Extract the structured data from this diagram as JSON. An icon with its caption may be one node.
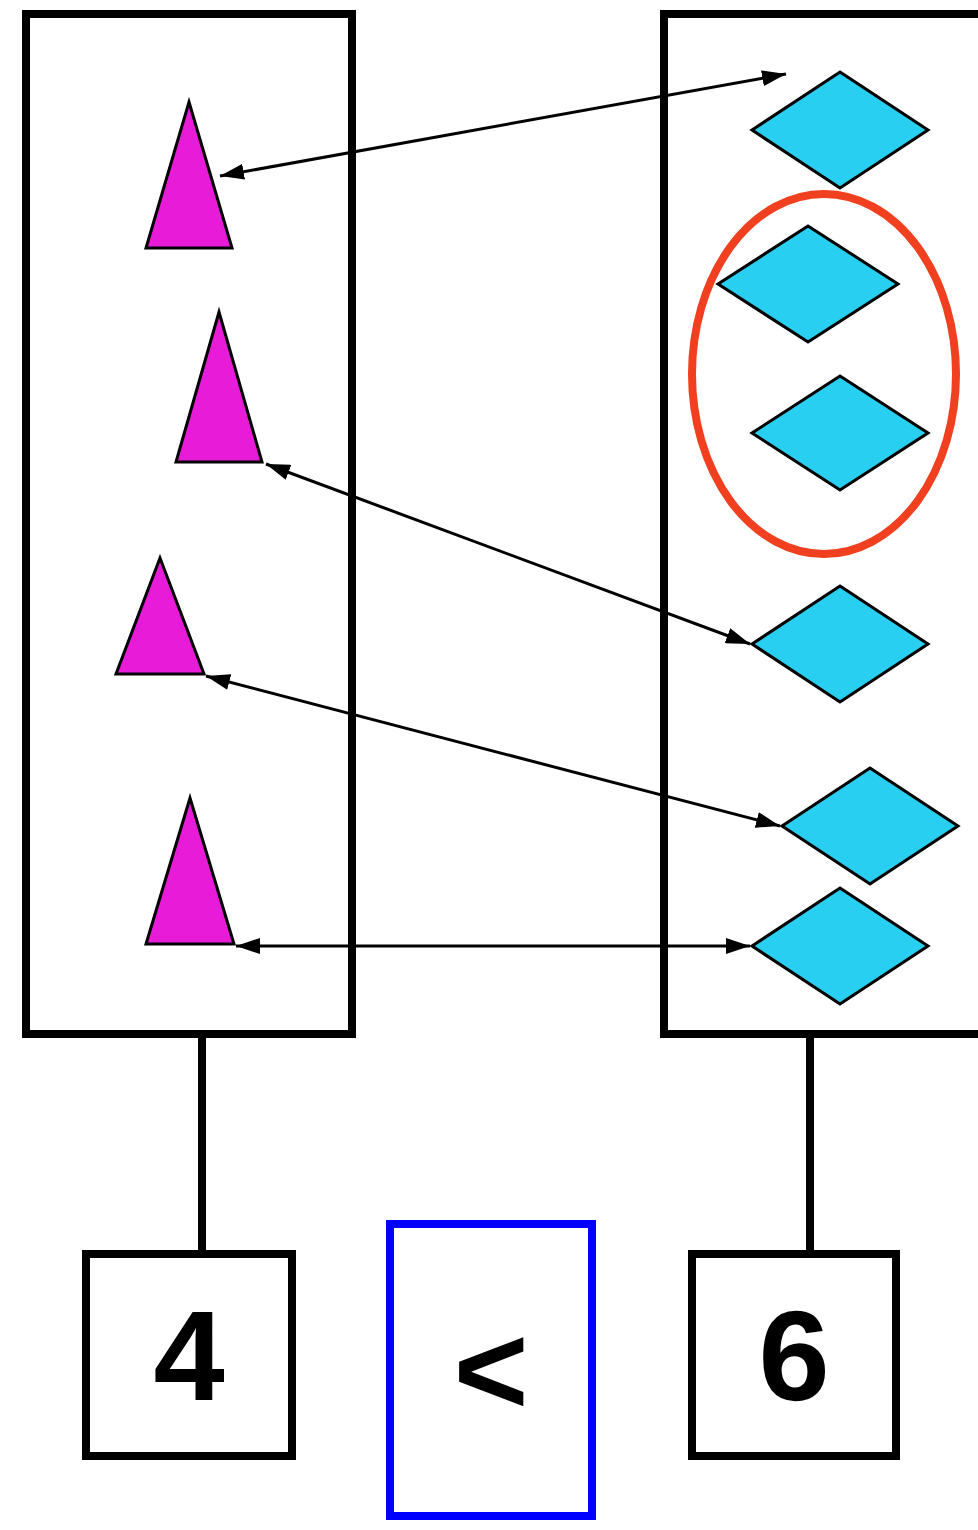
{
  "diagram": {
    "nodes": [
      {
        "text": [],
        "shape": "box"
      },
      {
        "text": [],
        "shape": "box"
      },
      {
        "text": [],
        "shape": "triangle",
        "in": 0
      },
      {
        "text": [],
        "shape": "triangle",
        "in": 0
      },
      {
        "text": [],
        "shape": "triangle",
        "in": 0
      },
      {
        "text": [],
        "shape": "triangle",
        "in": 0
      },
      {
        "text": [],
        "shape": "diamond",
        "in": 1
      },
      {
        "text": [],
        "shape": "ellipse",
        "in": 1
      },
      {
        "text": [],
        "shape": "diamond",
        "in": 7
      },
      {
        "text": [],
        "shape": "diamond",
        "in": 7
      },
      {
        "text": [],
        "shape": "diamond",
        "in": 1
      },
      {
        "text": [],
        "shape": "diamond",
        "in": 1
      },
      {
        "text": [],
        "shape": "diamond",
        "in": 1
      },
      {
        "text": [
          "4"
        ]
      },
      {
        "text": [
          "<"
        ]
      },
      {
        "text": [
          "6"
        ]
      }
    ],
    "edges": [
      {
        "from": 2,
        "to": 6,
        "arrow": "both"
      },
      {
        "from": 3,
        "to": 10,
        "arrow": "both"
      },
      {
        "from": 4,
        "to": 11,
        "arrow": "both"
      },
      {
        "from": 5,
        "to": 12,
        "arrow": "both"
      },
      {
        "from": 0,
        "to": 13,
        "arrow": "none",
        "style": "thick"
      },
      {
        "from": 1,
        "to": 15,
        "arrow": "none",
        "style": "thick"
      }
    ]
  }
}
